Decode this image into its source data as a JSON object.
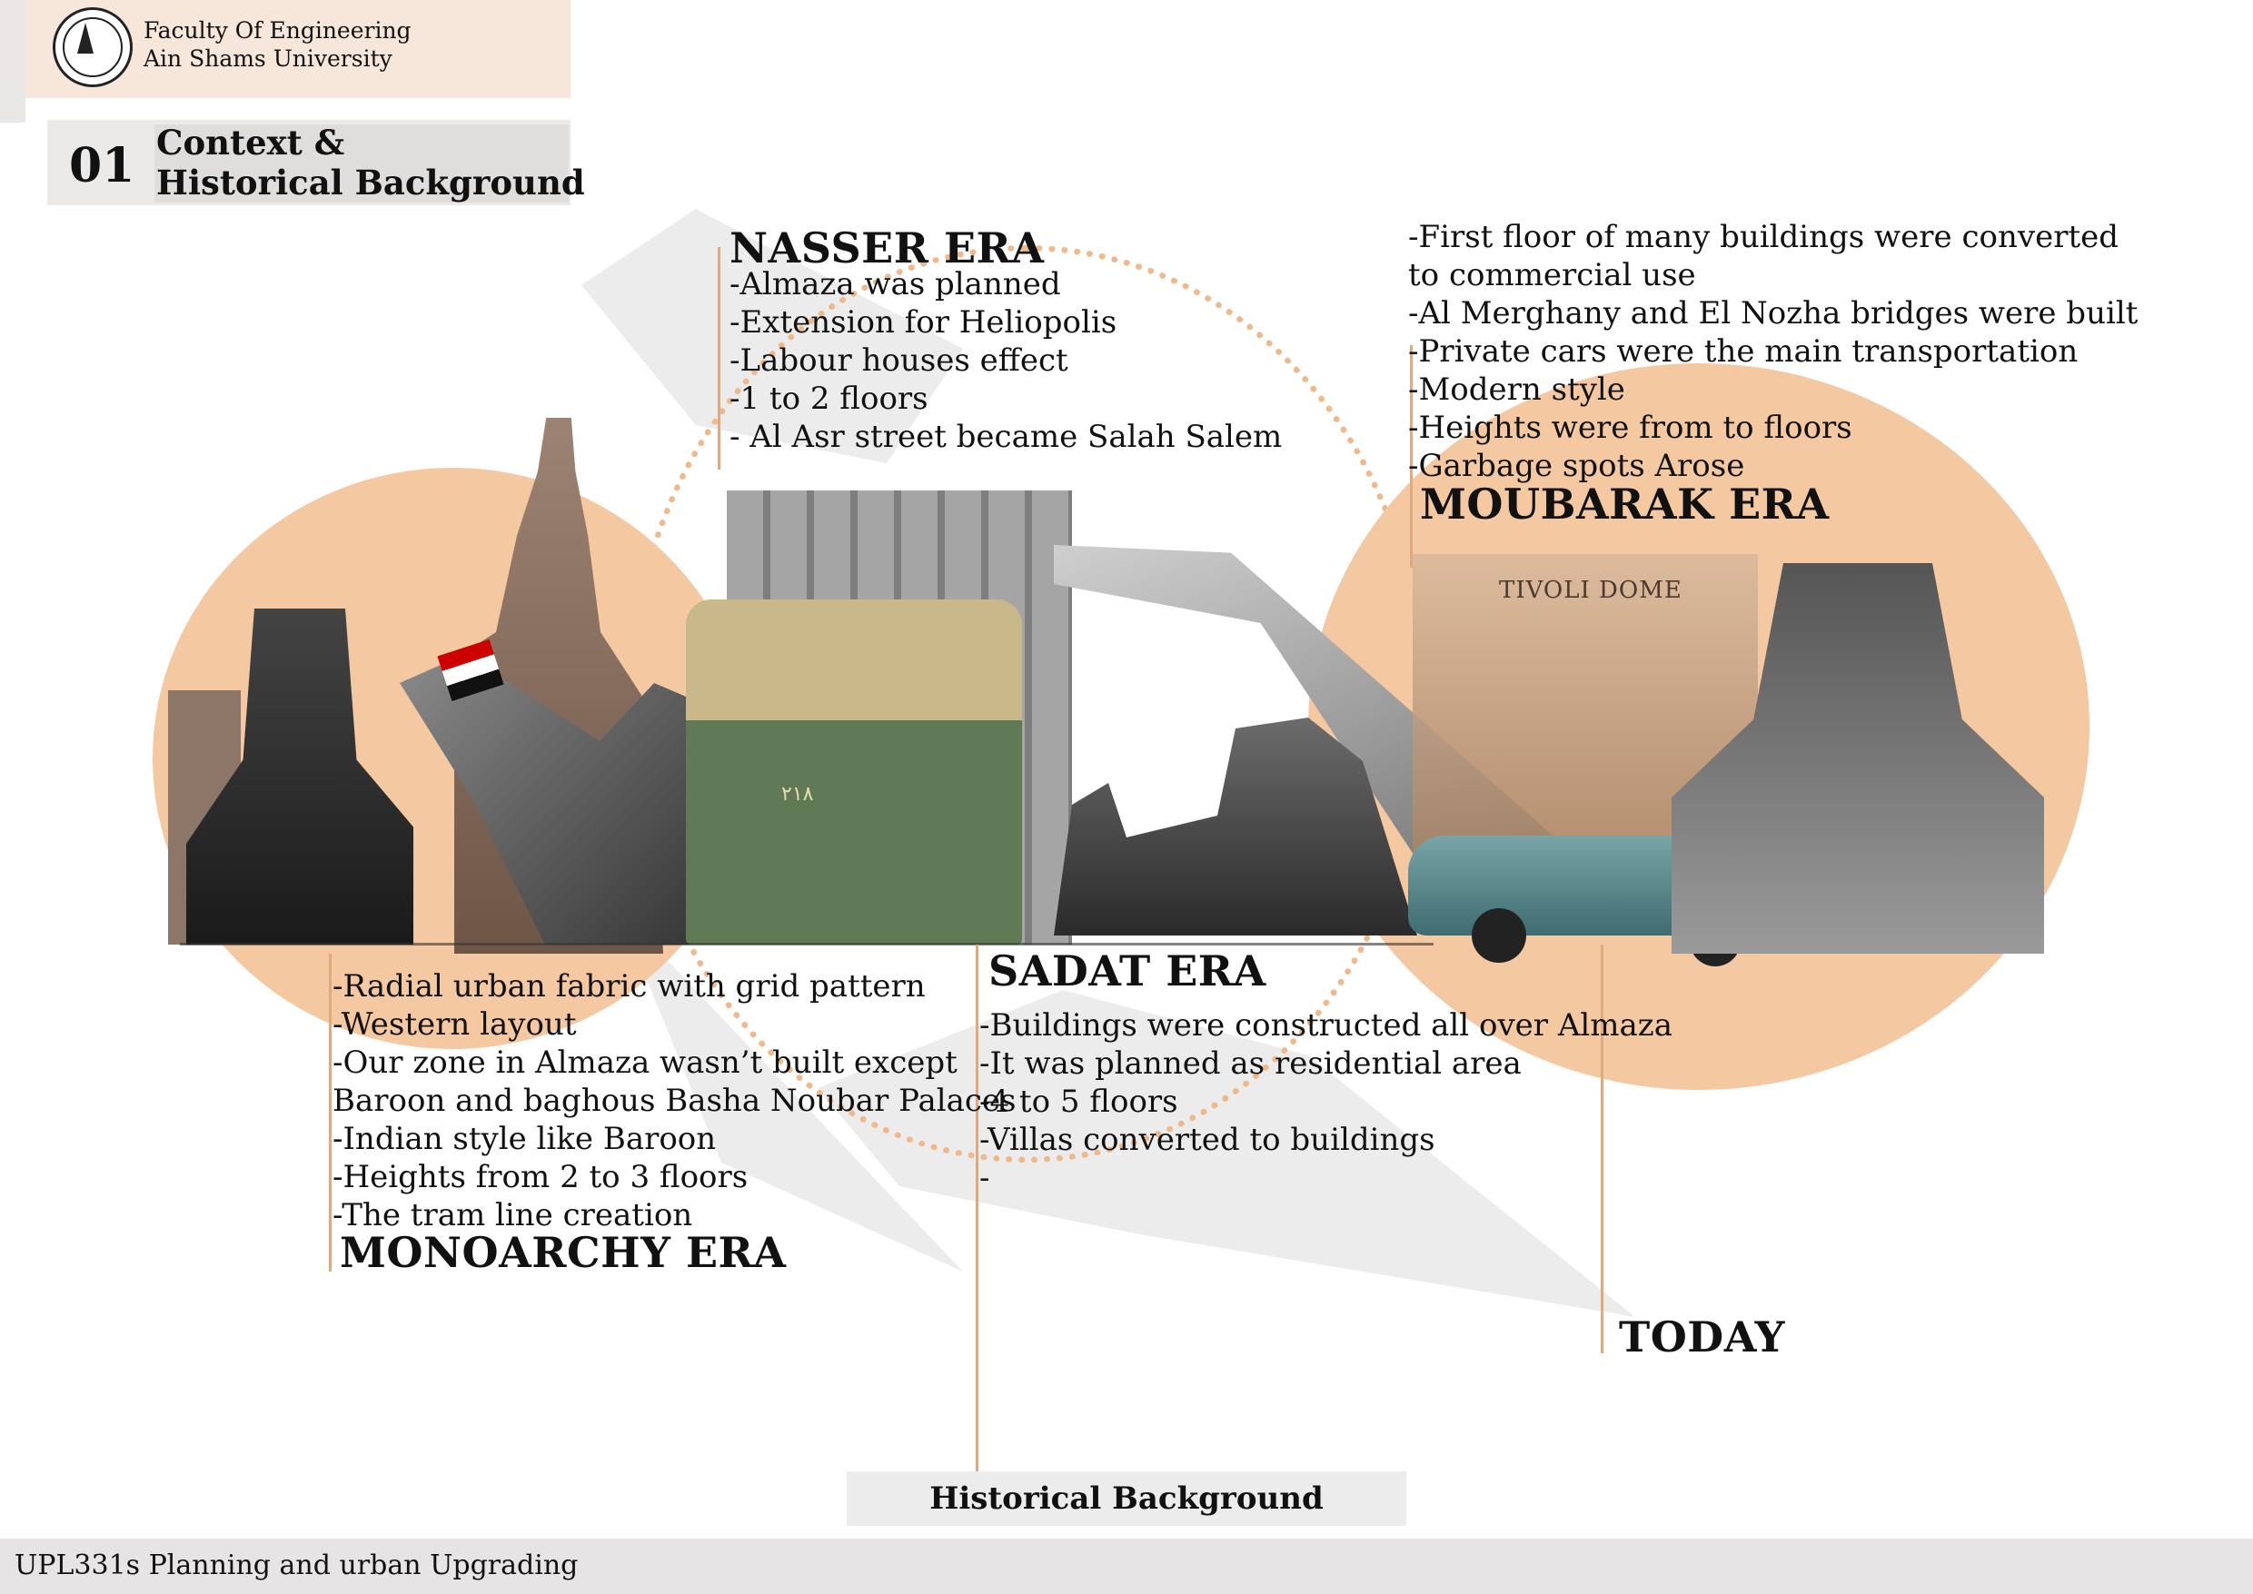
{
  "header": {
    "faculty_line1": "Faculty Of Engineering",
    "faculty_line2": "Ain Shams University",
    "section_number": "01",
    "section_title_line1": "Context  &",
    "section_title_line2": "Historical Background"
  },
  "eras": {
    "nasser": {
      "title": "NASSER ERA",
      "items": [
        "-Almaza was planned",
        "-Extension for Heliopolis",
        "-Labour houses effect",
        "-1 to 2 floors",
        "- Al Asr street became Salah Salem"
      ]
    },
    "moubarak": {
      "title": "MOUBARAK ERA",
      "items": [
        "-First floor of many buildings were converted",
        "to commercial use",
        "-Al Merghany and El Nozha bridges were built",
        "-Private cars were the main transportation",
        "-Modern style",
        "-Heights were from  to  floors",
        "-Garbage spots Arose"
      ]
    },
    "monarchy": {
      "title": "MONOARCHY ERA",
      "items": [
        "-Radial urban fabric with grid pattern",
        "-Western layout",
        "-Our zone in Almaza wasn’t built except",
        "Baroon and baghous Basha Noubar Palaces",
        "-Indian style like Baroon",
        "-Heights from 2 to 3 floors",
        "-The tram line creation"
      ]
    },
    "sadat": {
      "title": "SADAT ERA",
      "items": [
        "-Buildings were constructed all over Almaza",
        "-It was planned as residential area",
        "-4 to 5 floors",
        "-Villas converted to buildings",
        "-"
      ]
    },
    "today": {
      "title": "TODAY"
    }
  },
  "collage": {
    "sign_text": "TIVOLI DOME",
    "tram_number": "٢١٨"
  },
  "caption": "Historical Background",
  "footer": "UPL331s Planning and urban Upgrading",
  "colors": {
    "accent": "#f4c8a1",
    "line": "#e0a97f",
    "header_bg": "#f7e6da"
  }
}
